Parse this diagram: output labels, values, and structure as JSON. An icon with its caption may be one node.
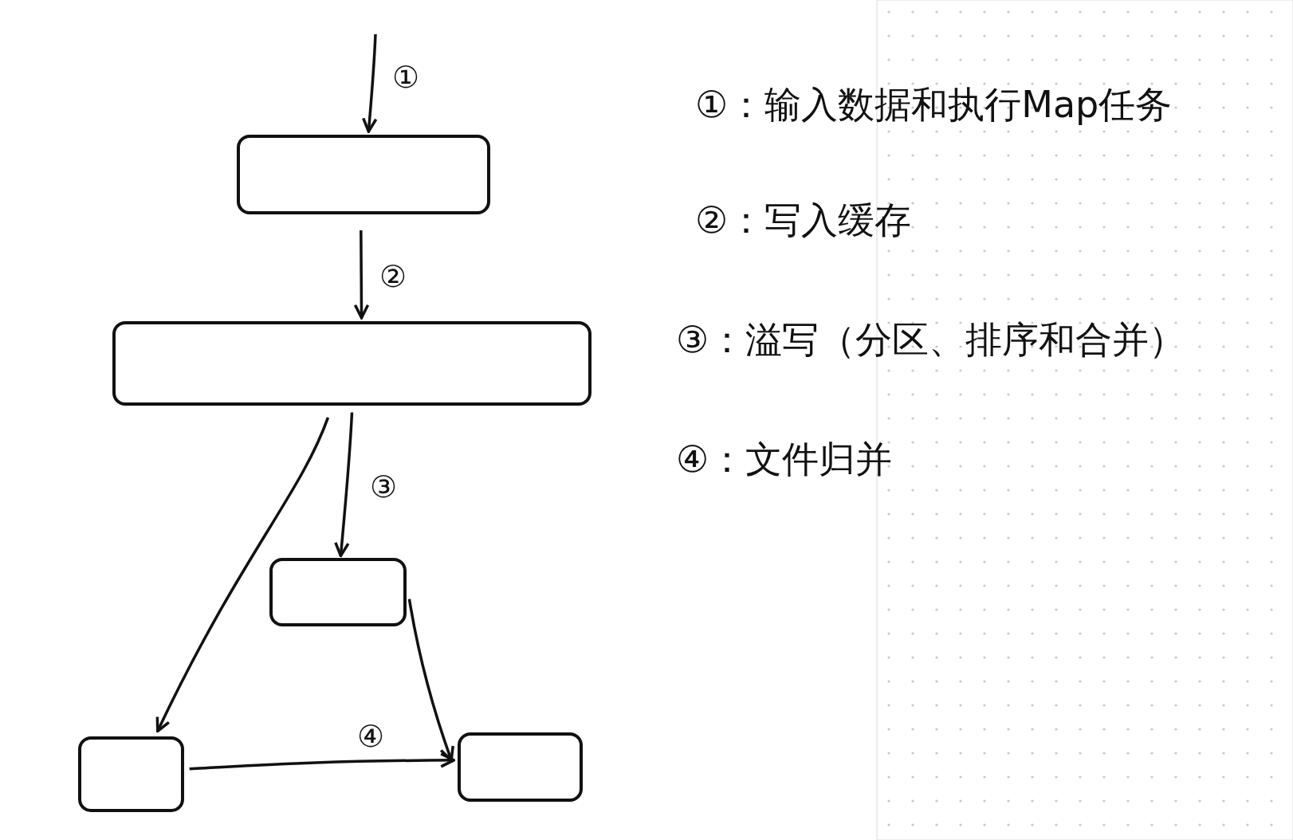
{
  "diagram": {
    "nodes": [
      {
        "text": [],
        "shape": "box"
      },
      {
        "text": [],
        "shape": "box"
      },
      {
        "text": [],
        "shape": "box"
      },
      {
        "text": [],
        "shape": "box"
      },
      {
        "text": [],
        "shape": "box"
      }
    ],
    "edges": [
      {
        "from": null,
        "to": 0,
        "arrow": "to",
        "label": "①"
      },
      {
        "from": 0,
        "to": 1,
        "arrow": "to",
        "label": "②"
      },
      {
        "from": 1,
        "to": 2,
        "arrow": "to",
        "label": "③"
      },
      {
        "from": 1,
        "to": 3,
        "arrow": "to"
      },
      {
        "from": 2,
        "to": 4,
        "arrow": "to"
      },
      {
        "from": 3,
        "to": 4,
        "arrow": "to",
        "label": "④"
      }
    ],
    "labels": [
      "①：输入数据和执行Map任务",
      "②：写入缓存",
      "③：溢写（分区、排序和合并）",
      "④：文件归并"
    ]
  }
}
